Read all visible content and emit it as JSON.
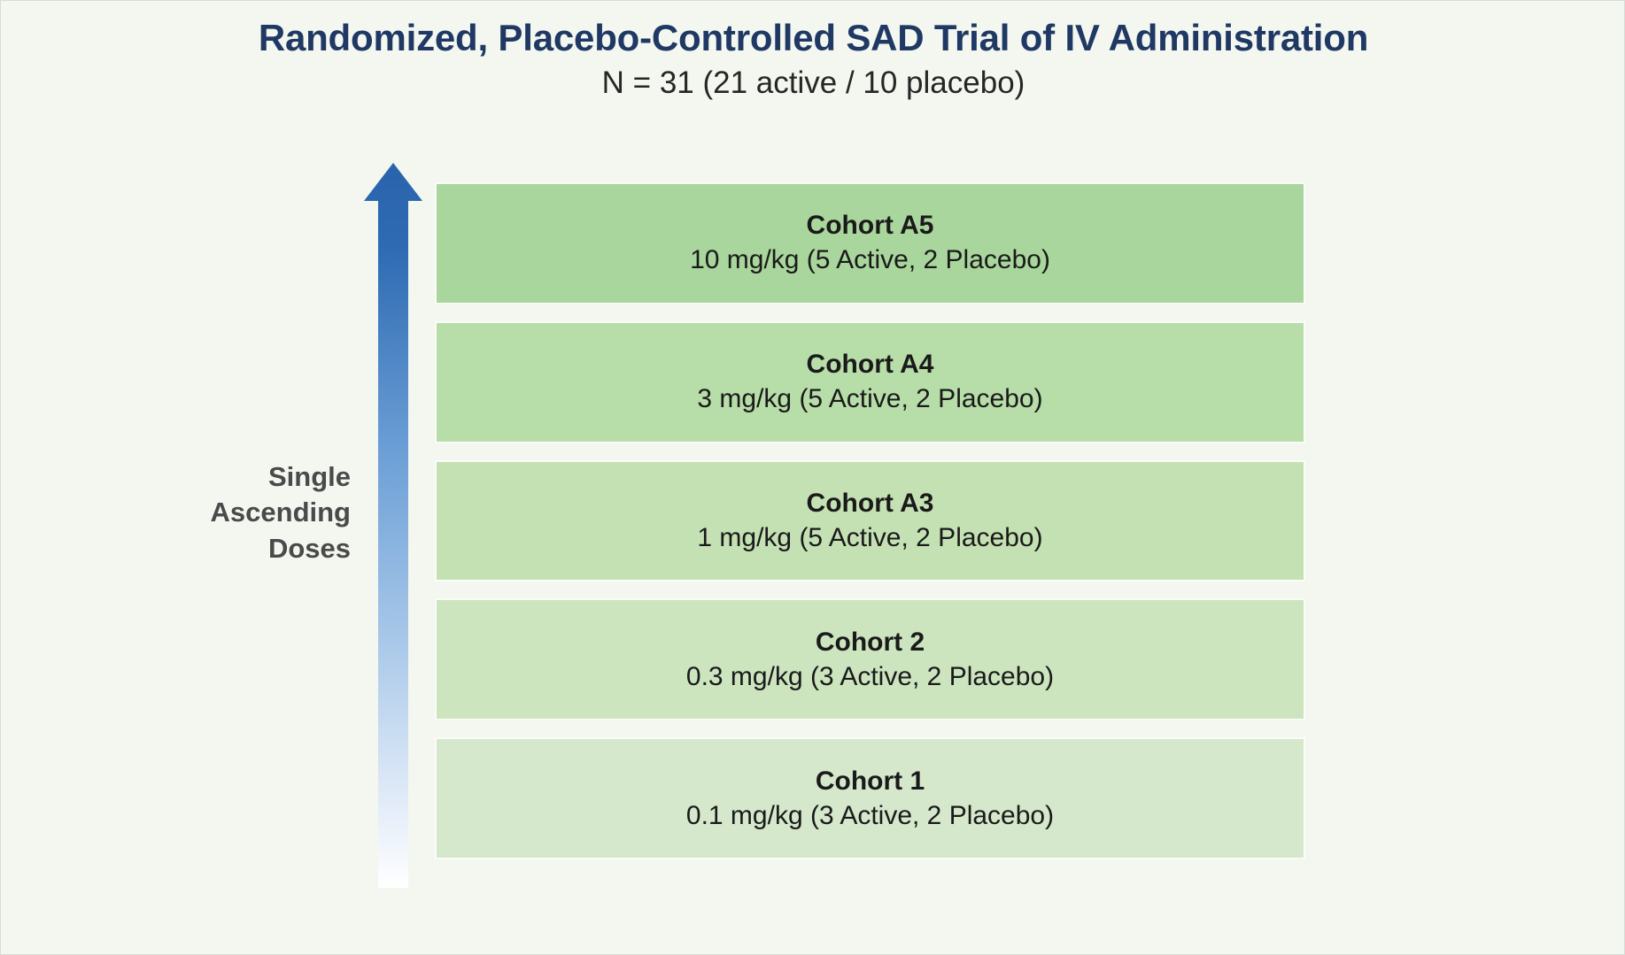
{
  "header": {
    "title": "Randomized, Placebo-Controlled SAD Trial of IV Administration",
    "subtitle": "N = 31 (21 active / 10 placebo)"
  },
  "side_caption": {
    "text": "Single\nAscending\nDoses",
    "arrow_icon": "up-arrow-icon"
  },
  "colors": {
    "background": "#F3F7EF",
    "title": "#1F3864",
    "subtitle": "#262626",
    "caption": "#4A4A4A",
    "box_text": "#1A1A1A",
    "box_border": "#FAFCF8",
    "arrow_top": "#2E6BB3",
    "arrow_bottom": "#FFFFFF"
  },
  "chart_data": {
    "type": "bar",
    "title": "Randomized, Placebo-Controlled SAD Trial of IV Administration",
    "subtitle": "N = 31 (21 active / 10 placebo)",
    "xlabel": "",
    "ylabel": "Single Ascending Doses",
    "categories": [
      "Cohort 1",
      "Cohort 2",
      "Cohort A3",
      "Cohort A4",
      "Cohort A5"
    ],
    "values": [
      0.1,
      0.3,
      1,
      3,
      10
    ],
    "units": "mg/kg",
    "series": [
      {
        "name": "Active",
        "values": [
          3,
          3,
          5,
          5,
          5
        ]
      },
      {
        "name": "Placebo",
        "values": [
          2,
          2,
          2,
          2,
          2
        ]
      }
    ],
    "totals": {
      "active": 21,
      "placebo": 10,
      "n": 31
    },
    "grid": false,
    "legend": "none"
  },
  "cohorts": [
    {
      "name": "Cohort A5",
      "dose": "10 mg/kg (5 Active, 2 Placebo)",
      "fill": "#A9D69C"
    },
    {
      "name": "Cohort A4",
      "dose": "3 mg/kg (5 Active, 2 Placebo)",
      "fill": "#B7DDA8"
    },
    {
      "name": "Cohort A3",
      "dose": "1 mg/kg (5 Active, 2 Placebo)",
      "fill": "#C4E1B3"
    },
    {
      "name": "Cohort 2",
      "dose": "0.3 mg/kg (3 Active, 2 Placebo)",
      "fill": "#CCE5BF"
    },
    {
      "name": "Cohort 1",
      "dose": "0.1 mg/kg (3 Active, 2 Placebo)",
      "fill": "#D5E8CB"
    }
  ]
}
